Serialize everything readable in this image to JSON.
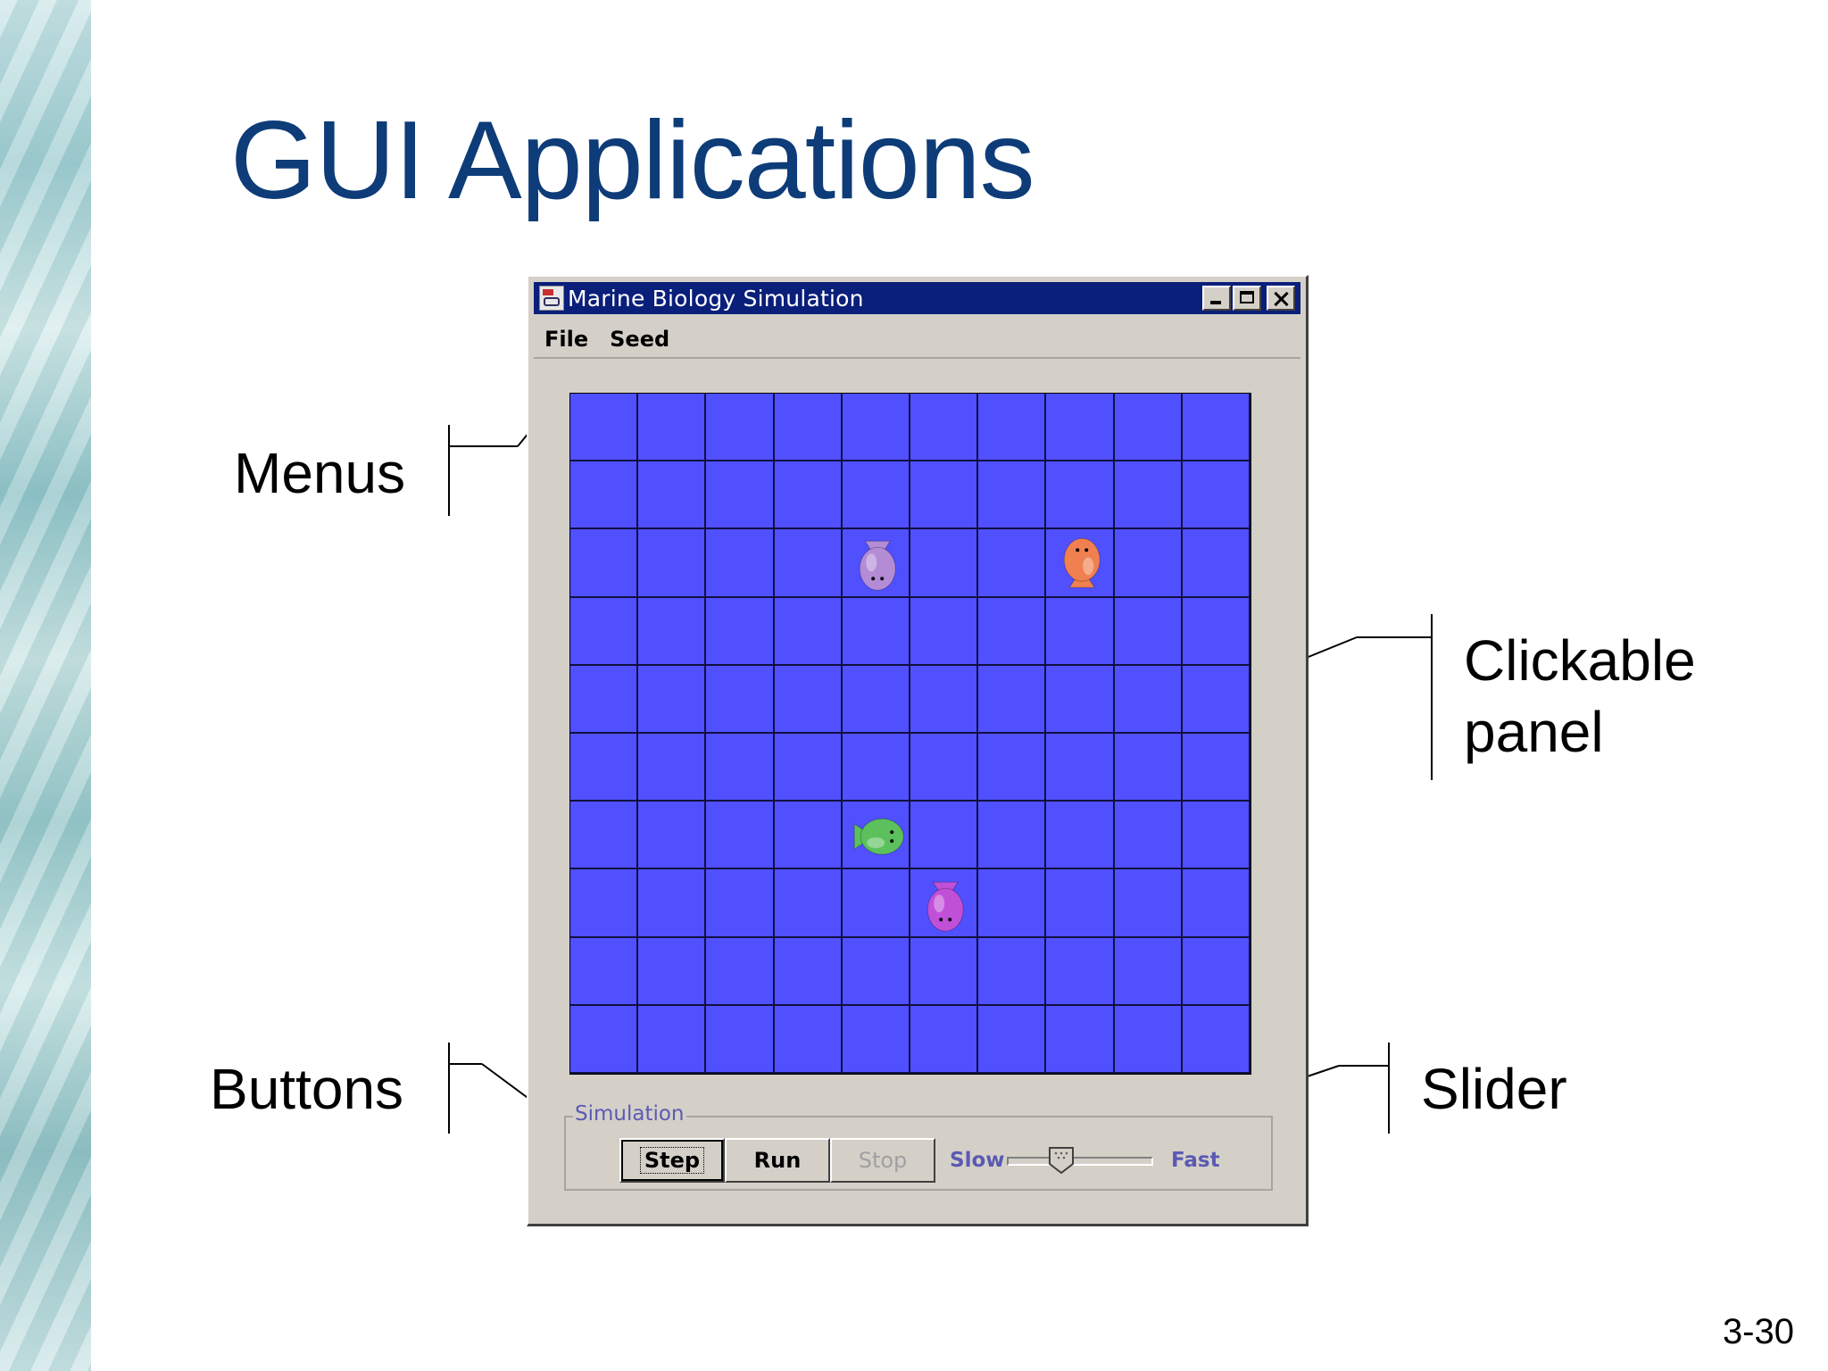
{
  "slide": {
    "title": "GUI Applications",
    "page_number": "3-30",
    "labels": {
      "menus": "Menus",
      "buttons": "Buttons",
      "clickable_panel_line1": "Clickable",
      "clickable_panel_line2": "panel",
      "slider": "Slider"
    }
  },
  "window": {
    "title": "Marine Biology Simulation",
    "controls": [
      "minimize-icon",
      "maximize-icon",
      "close-icon"
    ],
    "menus": [
      "File",
      "Seed"
    ],
    "grid": {
      "rows": 10,
      "cols": 10,
      "water_color": "#5050ff",
      "fish": [
        {
          "row": 2,
          "col": 4,
          "color": "#b48cd6",
          "direction": "south"
        },
        {
          "row": 2,
          "col": 7,
          "color": "#f08050",
          "direction": "north"
        },
        {
          "row": 6,
          "col": 4,
          "color": "#5cc05c",
          "direction": "east"
        },
        {
          "row": 7,
          "col": 5,
          "color": "#c050d8",
          "direction": "south"
        }
      ]
    },
    "simulation": {
      "group_label": "Simulation",
      "buttons": {
        "step": "Step",
        "run": "Run",
        "stop": "Stop"
      },
      "slider": {
        "min_label": "Slow",
        "max_label": "Fast",
        "value": 0.37
      }
    }
  }
}
